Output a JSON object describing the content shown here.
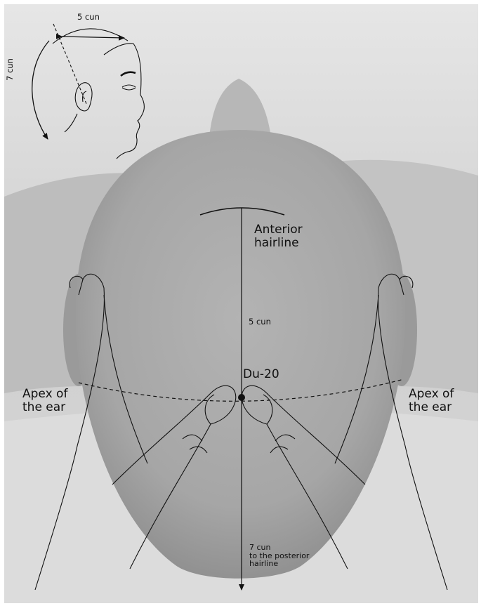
{
  "inset": {
    "arc_label_top": "5 cun",
    "arc_label_side": "7 cun"
  },
  "labels": {
    "anterior_hairline": "Anterior\nhairline",
    "five_cun": "5 cun",
    "point": "Du-20",
    "apex_left": "Apex of\nthe ear",
    "apex_right": "Apex of\nthe ear",
    "seven_cun_posterior": "7 cun\nto the posterior\nhairline"
  },
  "colors": {
    "background": "#ffffff",
    "photo_backdrop": "#c9c9c9",
    "scalp": "#a9a9a9",
    "line": "#111111"
  }
}
